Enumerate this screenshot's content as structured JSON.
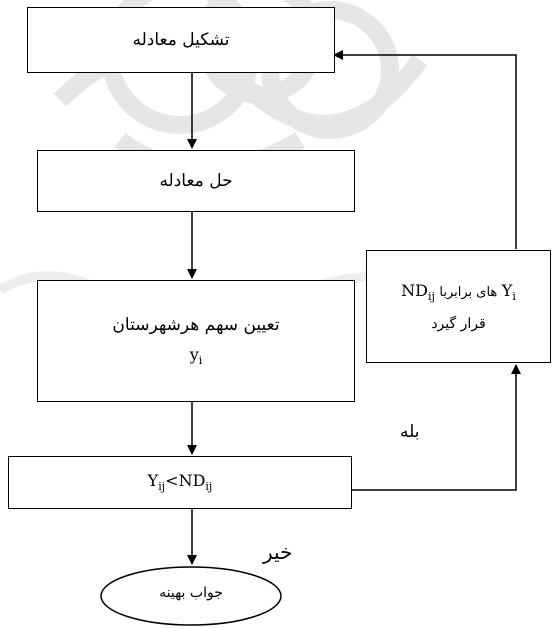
{
  "colors": {
    "stroke": "#000000",
    "watermark": "#dddddd"
  },
  "nodes": {
    "form_equation": "تشکیل معادله",
    "solve_equation": "حل معادله",
    "determine_share": {
      "text": "تعیین سهم هرشهرستان",
      "var": "y",
      "sub": "i"
    },
    "condition": {
      "lhs": "Y",
      "lhs_sub": "ij",
      "op": "<",
      "rhs": "ND",
      "rhs_sub": "ij"
    },
    "set_equal": {
      "var": "Y",
      "var_sub": "i",
      "middle": "های برابربا",
      "nd": "ND",
      "nd_sub": "ij",
      "line2": "قرار گیرد"
    },
    "optimal_answer": "جواب بهینه"
  },
  "edge_labels": {
    "yes": "بله",
    "no": "خیر"
  }
}
